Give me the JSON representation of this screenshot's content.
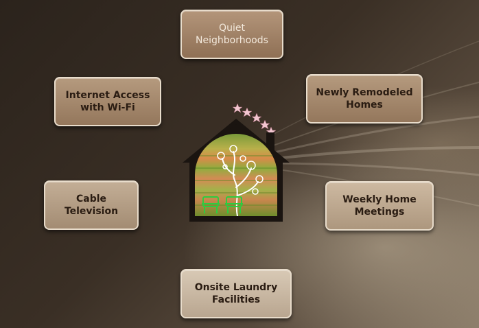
{
  "features": {
    "quiet": "Quiet\nNeighborhoods",
    "internet": "Internet Access\nwith Wi-Fi",
    "newly": "Newly Remodeled\nHomes",
    "cable": "Cable Television",
    "weekly": "Weekly Home\nMeetings",
    "laundry": "Onsite Laundry\nFacilities"
  },
  "icons": [
    "house-icon",
    "tree-icon",
    "bench-icon",
    "star-icon"
  ],
  "colors": {
    "background": "#3a2f25",
    "box_border": "#e8dccb",
    "house_fill": "#1a1410"
  }
}
